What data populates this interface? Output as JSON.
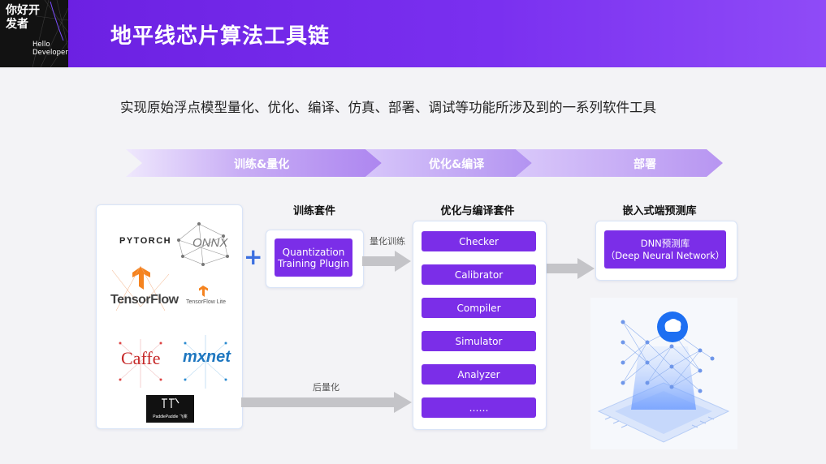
{
  "header": {
    "logo_cn": "你好开发者",
    "logo_en_1": "Hello",
    "logo_en_2": "Developer",
    "title": "地平线芯片算法工具链"
  },
  "subtitle": "实现原始浮点模型量化、优化、编译、仿真、部署、调试等功能所涉及到的一系列软件工具",
  "stages": [
    "训练&量化",
    "优化&编译",
    "部署"
  ],
  "frameworks": {
    "pytorch": "PYTORCH",
    "onnx": "ONNX",
    "tensorflow": "TensorFlow",
    "tflite": "TensorFlow Lite",
    "caffe": "Caffe",
    "mxnet": "mxnet",
    "paddle": "PaddlePaddle 飞桨"
  },
  "plus_sign": "+",
  "training_kit": {
    "title": "训练套件",
    "button": "Quantization Training Plugin"
  },
  "arrows": {
    "quant_train": "量化训练",
    "post_quant": "后量化"
  },
  "compile_kit": {
    "title": "优化与编译套件",
    "items": [
      "Checker",
      "Calibrator",
      "Compiler",
      "Simulator",
      "Analyzer",
      "……"
    ]
  },
  "deploy": {
    "title": "嵌入式端预测库",
    "button_line1": "DNN预测库",
    "button_line2": "（Deep Neural Network）"
  },
  "colors": {
    "header_purple": "#7124e8",
    "button_purple": "#7b2ee8",
    "arrow_gray": "#c4c4c8",
    "card_border": "#d9e4f7"
  }
}
